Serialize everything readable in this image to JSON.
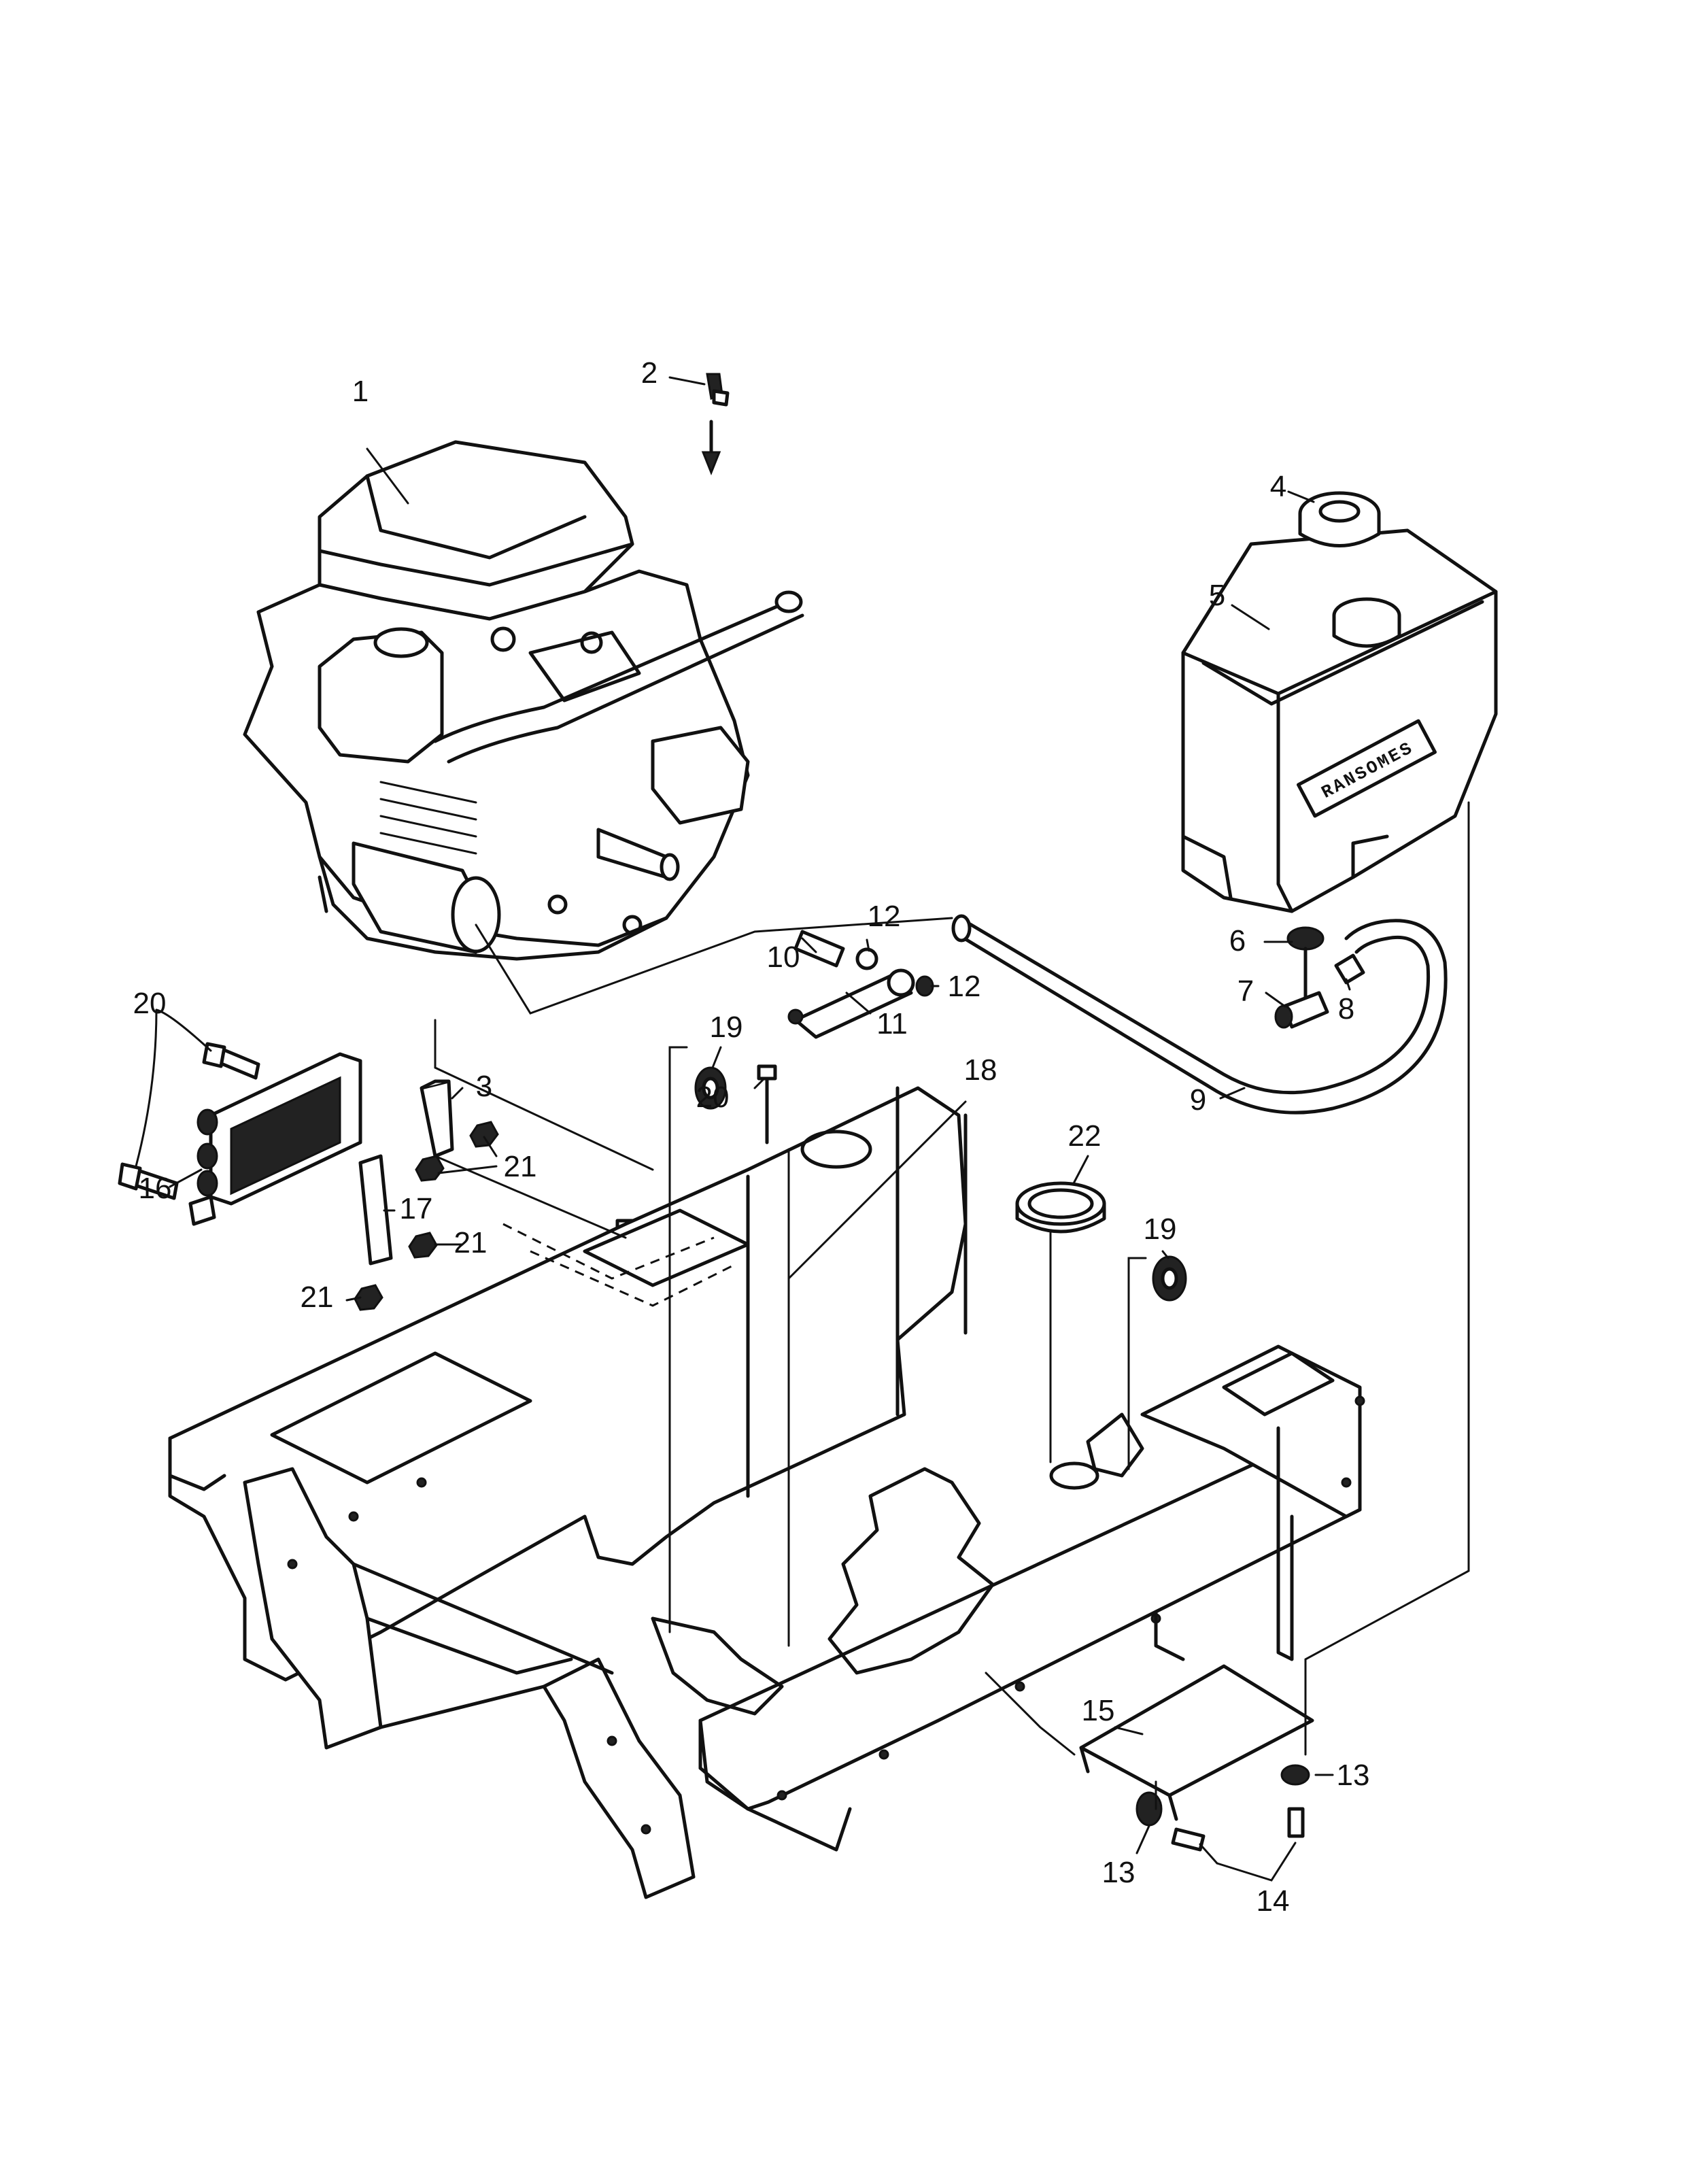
{
  "callouts": [
    {
      "id": "c1",
      "label": "1"
    },
    {
      "id": "c2",
      "label": "2"
    },
    {
      "id": "c3",
      "label": "3"
    },
    {
      "id": "c4",
      "label": "4"
    },
    {
      "id": "c5",
      "label": "5"
    },
    {
      "id": "c6",
      "label": "6"
    },
    {
      "id": "c7",
      "label": "7"
    },
    {
      "id": "c8",
      "label": "8"
    },
    {
      "id": "c9",
      "label": "9"
    },
    {
      "id": "c10",
      "label": "10"
    },
    {
      "id": "c11",
      "label": "11"
    },
    {
      "id": "c12a",
      "label": "12"
    },
    {
      "id": "c12b",
      "label": "12"
    },
    {
      "id": "c13a",
      "label": "13"
    },
    {
      "id": "c13b",
      "label": "13"
    },
    {
      "id": "c14",
      "label": "14"
    },
    {
      "id": "c15",
      "label": "15"
    },
    {
      "id": "c16",
      "label": "16"
    },
    {
      "id": "c17",
      "label": "17"
    },
    {
      "id": "c18",
      "label": "18"
    },
    {
      "id": "c19a",
      "label": "19"
    },
    {
      "id": "c19b",
      "label": "19"
    },
    {
      "id": "c20a",
      "label": "20"
    },
    {
      "id": "c20b",
      "label": "20"
    },
    {
      "id": "c21a",
      "label": "21"
    },
    {
      "id": "c21b",
      "label": "21"
    },
    {
      "id": "c21c",
      "label": "21"
    },
    {
      "id": "c22",
      "label": "22"
    }
  ],
  "tank_brand": "RANSOMES"
}
